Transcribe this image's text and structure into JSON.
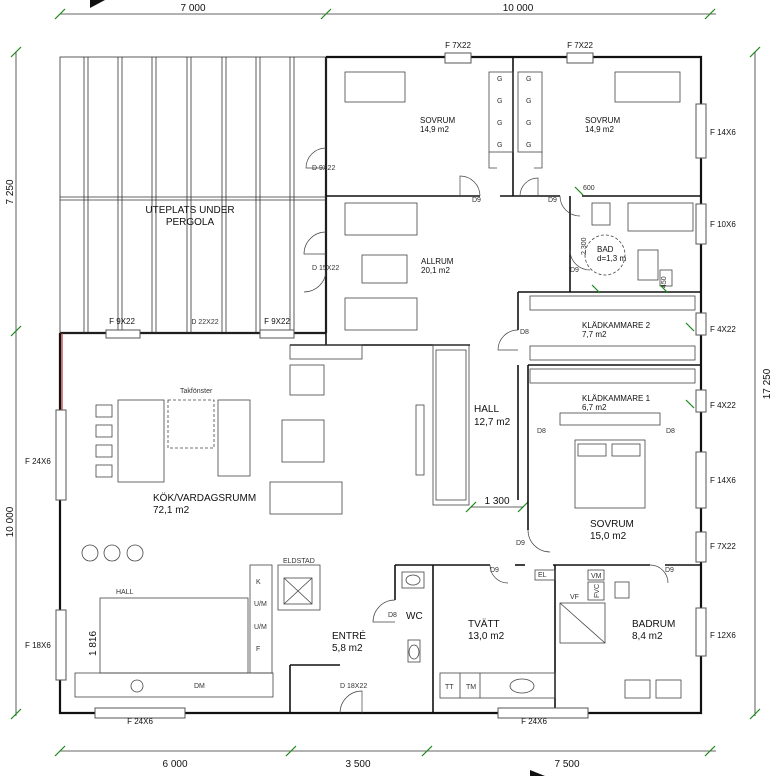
{
  "dimensions": {
    "top": [
      "7 000",
      "10 000"
    ],
    "bottom": [
      "6 000",
      "3 500",
      "7 500"
    ],
    "left": [
      "7 250",
      "10 000"
    ],
    "right": [
      "17 250"
    ],
    "hall_width": "1 300",
    "entry_counter": "1 816"
  },
  "rooms": {
    "patio": {
      "name_line1": "UTEPLATS UNDER",
      "name_line2": "PERGOLA"
    },
    "bedroom_left": {
      "name": "SOVRUM",
      "area": "14,9 m2"
    },
    "bedroom_right": {
      "name": "SOVRUM",
      "area": "14,9 m2"
    },
    "allrum": {
      "name": "ALLRUM",
      "area": "20,1 m2"
    },
    "bad": {
      "name": "BAD",
      "note": "d=1,3 m"
    },
    "kladkammare2": {
      "name": "KLÄDKAMMARE 2",
      "area": "7,7 m2"
    },
    "kladkammare1": {
      "name": "KLÄDKAMMARE 1",
      "area": "6,7 m2"
    },
    "hall": {
      "name": "HALL",
      "area": "12,7 m2"
    },
    "kitchen": {
      "name": "KÖK/VARDAGSRUMM",
      "area": "72,1 m2",
      "skylight": "Takfönster"
    },
    "master_bedroom": {
      "name": "SOVRUM",
      "area": "15,0 m2"
    },
    "wc": {
      "name": "WC"
    },
    "entre": {
      "name": "ENTRÉ",
      "area": "5,8 m2"
    },
    "tvatt": {
      "name": "TVÄTT",
      "area": "13,0 m2"
    },
    "badrum": {
      "name": "BADRUM",
      "area": "8,4 m2"
    },
    "small_hall": {
      "name": "HALL"
    },
    "eldstad": {
      "name": "ELDSTAD"
    }
  },
  "windows": {
    "top_left": "F 7X22",
    "top_right": "F 7X22",
    "r1": "F 14X6",
    "r2": "F 10X6",
    "r3": "F 4X22",
    "r4": "F 4X22",
    "r5": "F 14X6",
    "r6": "F 7X22",
    "r7": "F 12X6",
    "left1": "F 24X6",
    "left2": "F 18X6",
    "bottom_left": "F 24X6",
    "bottom_right": "F 24X6",
    "pergola_left": "F 9X22",
    "pergola_right": "F 9X22"
  },
  "doors": {
    "d_bedroom": "D 9X22",
    "d_allrum": "D 15X22",
    "d_pergola": "D 22X22",
    "d9_a": "D9",
    "d9_b": "D9",
    "d9_bad": "D9",
    "d8_hall": "D8",
    "d8_k1_left": "D8",
    "d8_k1_right": "D8",
    "d9_master": "D9",
    "d9_tvatt": "D9",
    "d9_badrum": "D9",
    "d8_wc": "D8",
    "d_entry": "D 18X22"
  },
  "fixtures": {
    "wardrobe": "G",
    "bath_600": "600",
    "bath_2300": "2 300",
    "bath_450": "450",
    "kitchen": [
      "K",
      "U/M",
      "U/M",
      "F"
    ],
    "dm": "DM",
    "tt": "TT",
    "tm": "TM",
    "el": "EL",
    "vm": "VM",
    "fvc": "FVC",
    "vf": "VF"
  },
  "colors": {
    "wall": "#111111",
    "window": "#555555",
    "dim_tick": "#1a8a1a",
    "line": "#444444"
  }
}
